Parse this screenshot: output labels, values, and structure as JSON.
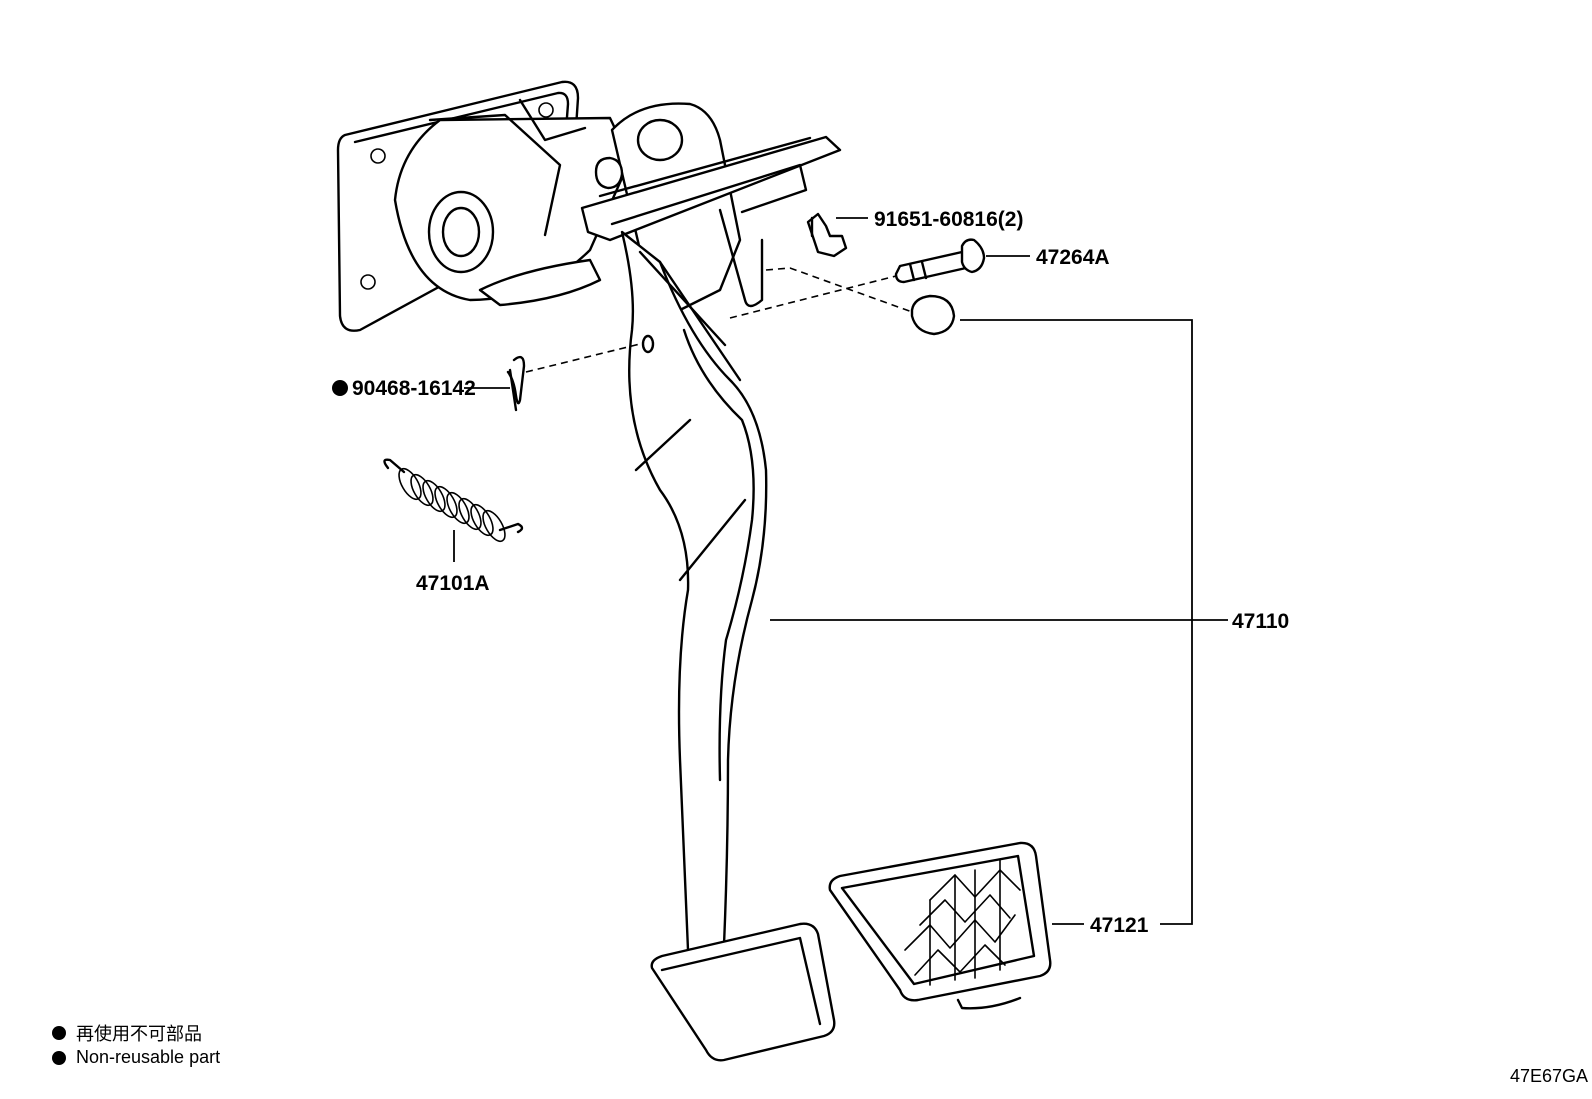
{
  "diagram": {
    "code": "47E67GA",
    "part_labels": {
      "bolt": "91651-60816(2)",
      "pin": "47264A",
      "clip": "90468-16142",
      "spring": "47101A",
      "pedal_arm": "47110",
      "pedal_pad": "47121"
    },
    "legend": [
      {
        "symbol": "●",
        "text": "再使用不可部品"
      },
      {
        "symbol": "●",
        "text": "Non-reusable part"
      }
    ]
  }
}
